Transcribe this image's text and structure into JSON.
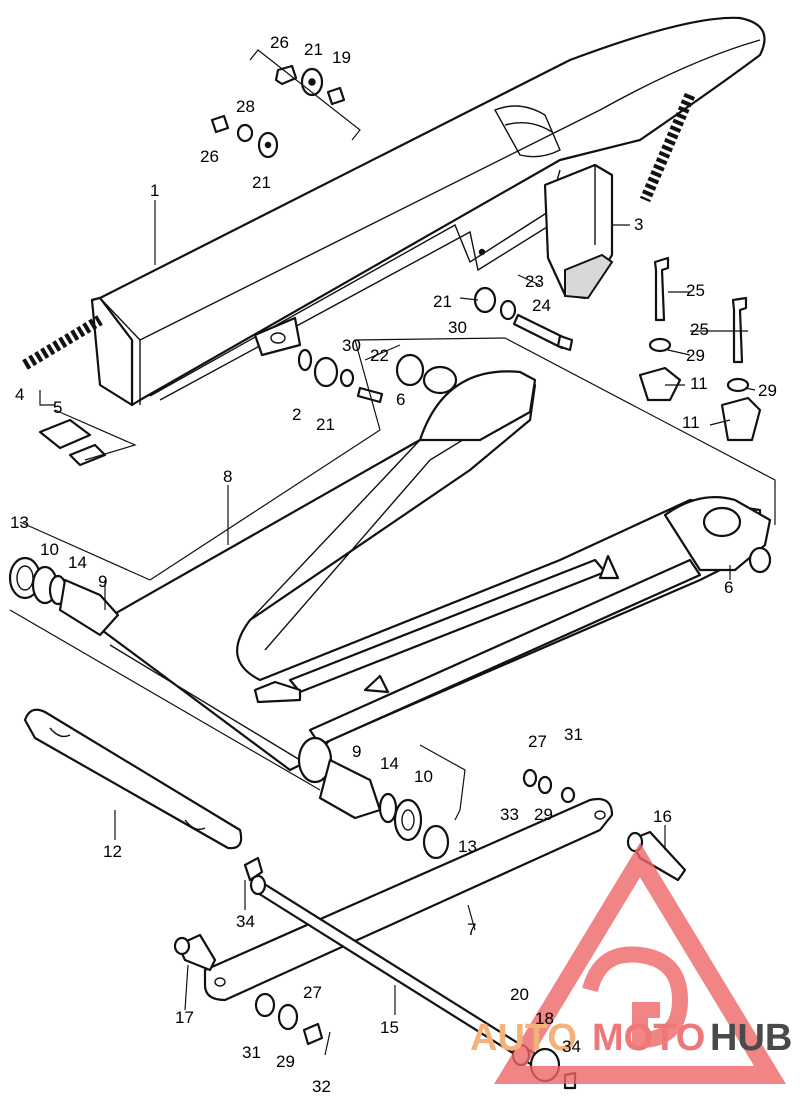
{
  "callouts": [
    {
      "id": "c26a",
      "text": "26"
    },
    {
      "id": "c21a",
      "text": "21"
    },
    {
      "id": "c19",
      "text": "19"
    },
    {
      "id": "c28",
      "text": "28"
    },
    {
      "id": "c26b",
      "text": "26"
    },
    {
      "id": "c21b",
      "text": "21"
    },
    {
      "id": "c1",
      "text": "1"
    },
    {
      "id": "c3",
      "text": "3"
    },
    {
      "id": "c23",
      "text": "23"
    },
    {
      "id": "c21c",
      "text": "21"
    },
    {
      "id": "c24",
      "text": "24"
    },
    {
      "id": "c30a",
      "text": "30"
    },
    {
      "id": "c25a",
      "text": "25"
    },
    {
      "id": "c25b",
      "text": "25"
    },
    {
      "id": "c29a",
      "text": "29"
    },
    {
      "id": "c11a",
      "text": "11"
    },
    {
      "id": "c29b",
      "text": "29"
    },
    {
      "id": "c11b",
      "text": "11"
    },
    {
      "id": "c30b",
      "text": "30"
    },
    {
      "id": "c22",
      "text": "22"
    },
    {
      "id": "c2",
      "text": "2"
    },
    {
      "id": "c21d",
      "text": "21"
    },
    {
      "id": "c6a",
      "text": "6"
    },
    {
      "id": "c4",
      "text": "4"
    },
    {
      "id": "c5",
      "text": "5"
    },
    {
      "id": "c8",
      "text": "8"
    },
    {
      "id": "c13a",
      "text": "13"
    },
    {
      "id": "c10a",
      "text": "10"
    },
    {
      "id": "c14a",
      "text": "14"
    },
    {
      "id": "c9a",
      "text": "9"
    },
    {
      "id": "c6b",
      "text": "6"
    },
    {
      "id": "c9b",
      "text": "9"
    },
    {
      "id": "c14b",
      "text": "14"
    },
    {
      "id": "c10b",
      "text": "10"
    },
    {
      "id": "c13b",
      "text": "13"
    },
    {
      "id": "c27a",
      "text": "27"
    },
    {
      "id": "c31a",
      "text": "31"
    },
    {
      "id": "c33",
      "text": "33"
    },
    {
      "id": "c29c",
      "text": "29"
    },
    {
      "id": "c16",
      "text": "16"
    },
    {
      "id": "c12",
      "text": "12"
    },
    {
      "id": "c34a",
      "text": "34"
    },
    {
      "id": "c7",
      "text": "7"
    },
    {
      "id": "c17",
      "text": "17"
    },
    {
      "id": "c27b",
      "text": "27"
    },
    {
      "id": "c20",
      "text": "20"
    },
    {
      "id": "c18",
      "text": "18"
    },
    {
      "id": "c15",
      "text": "15"
    },
    {
      "id": "c31b",
      "text": "31"
    },
    {
      "id": "c29d",
      "text": "29"
    },
    {
      "id": "c34b",
      "text": "34"
    },
    {
      "id": "c32",
      "text": "32"
    }
  ],
  "watermark": {
    "part1": "AUTO",
    "part2": "MOTO",
    "part3": "HUB",
    "colors": {
      "auto": "#f2b27a",
      "moto": "#ee7777",
      "hub": "#4a4a4a",
      "logo": "#ee6666"
    }
  }
}
